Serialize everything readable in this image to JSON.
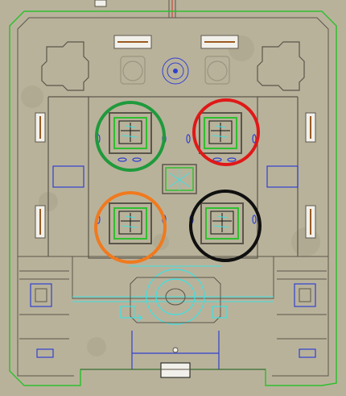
{
  "map": {
    "title": "",
    "colors": {
      "background": "#b9b29b",
      "wall_line": "#5a554a",
      "boundary": "#2fbf2f",
      "cyan": "#3fe0e0",
      "blue": "#3040d0",
      "orange_brown": "#9a5a20",
      "red_accent": "#d03030",
      "white_box": "#f2f0ea"
    },
    "markers": [
      {
        "name": "green-circle-marker",
        "color": "#1f9a3c",
        "quadrant": "upper-left"
      },
      {
        "name": "red-circle-marker",
        "color": "#e01818",
        "quadrant": "upper-right"
      },
      {
        "name": "orange-circle-marker",
        "color": "#f07a1e",
        "quadrant": "lower-left"
      },
      {
        "name": "black-circle-marker",
        "color": "#101010",
        "quadrant": "lower-right"
      }
    ]
  }
}
